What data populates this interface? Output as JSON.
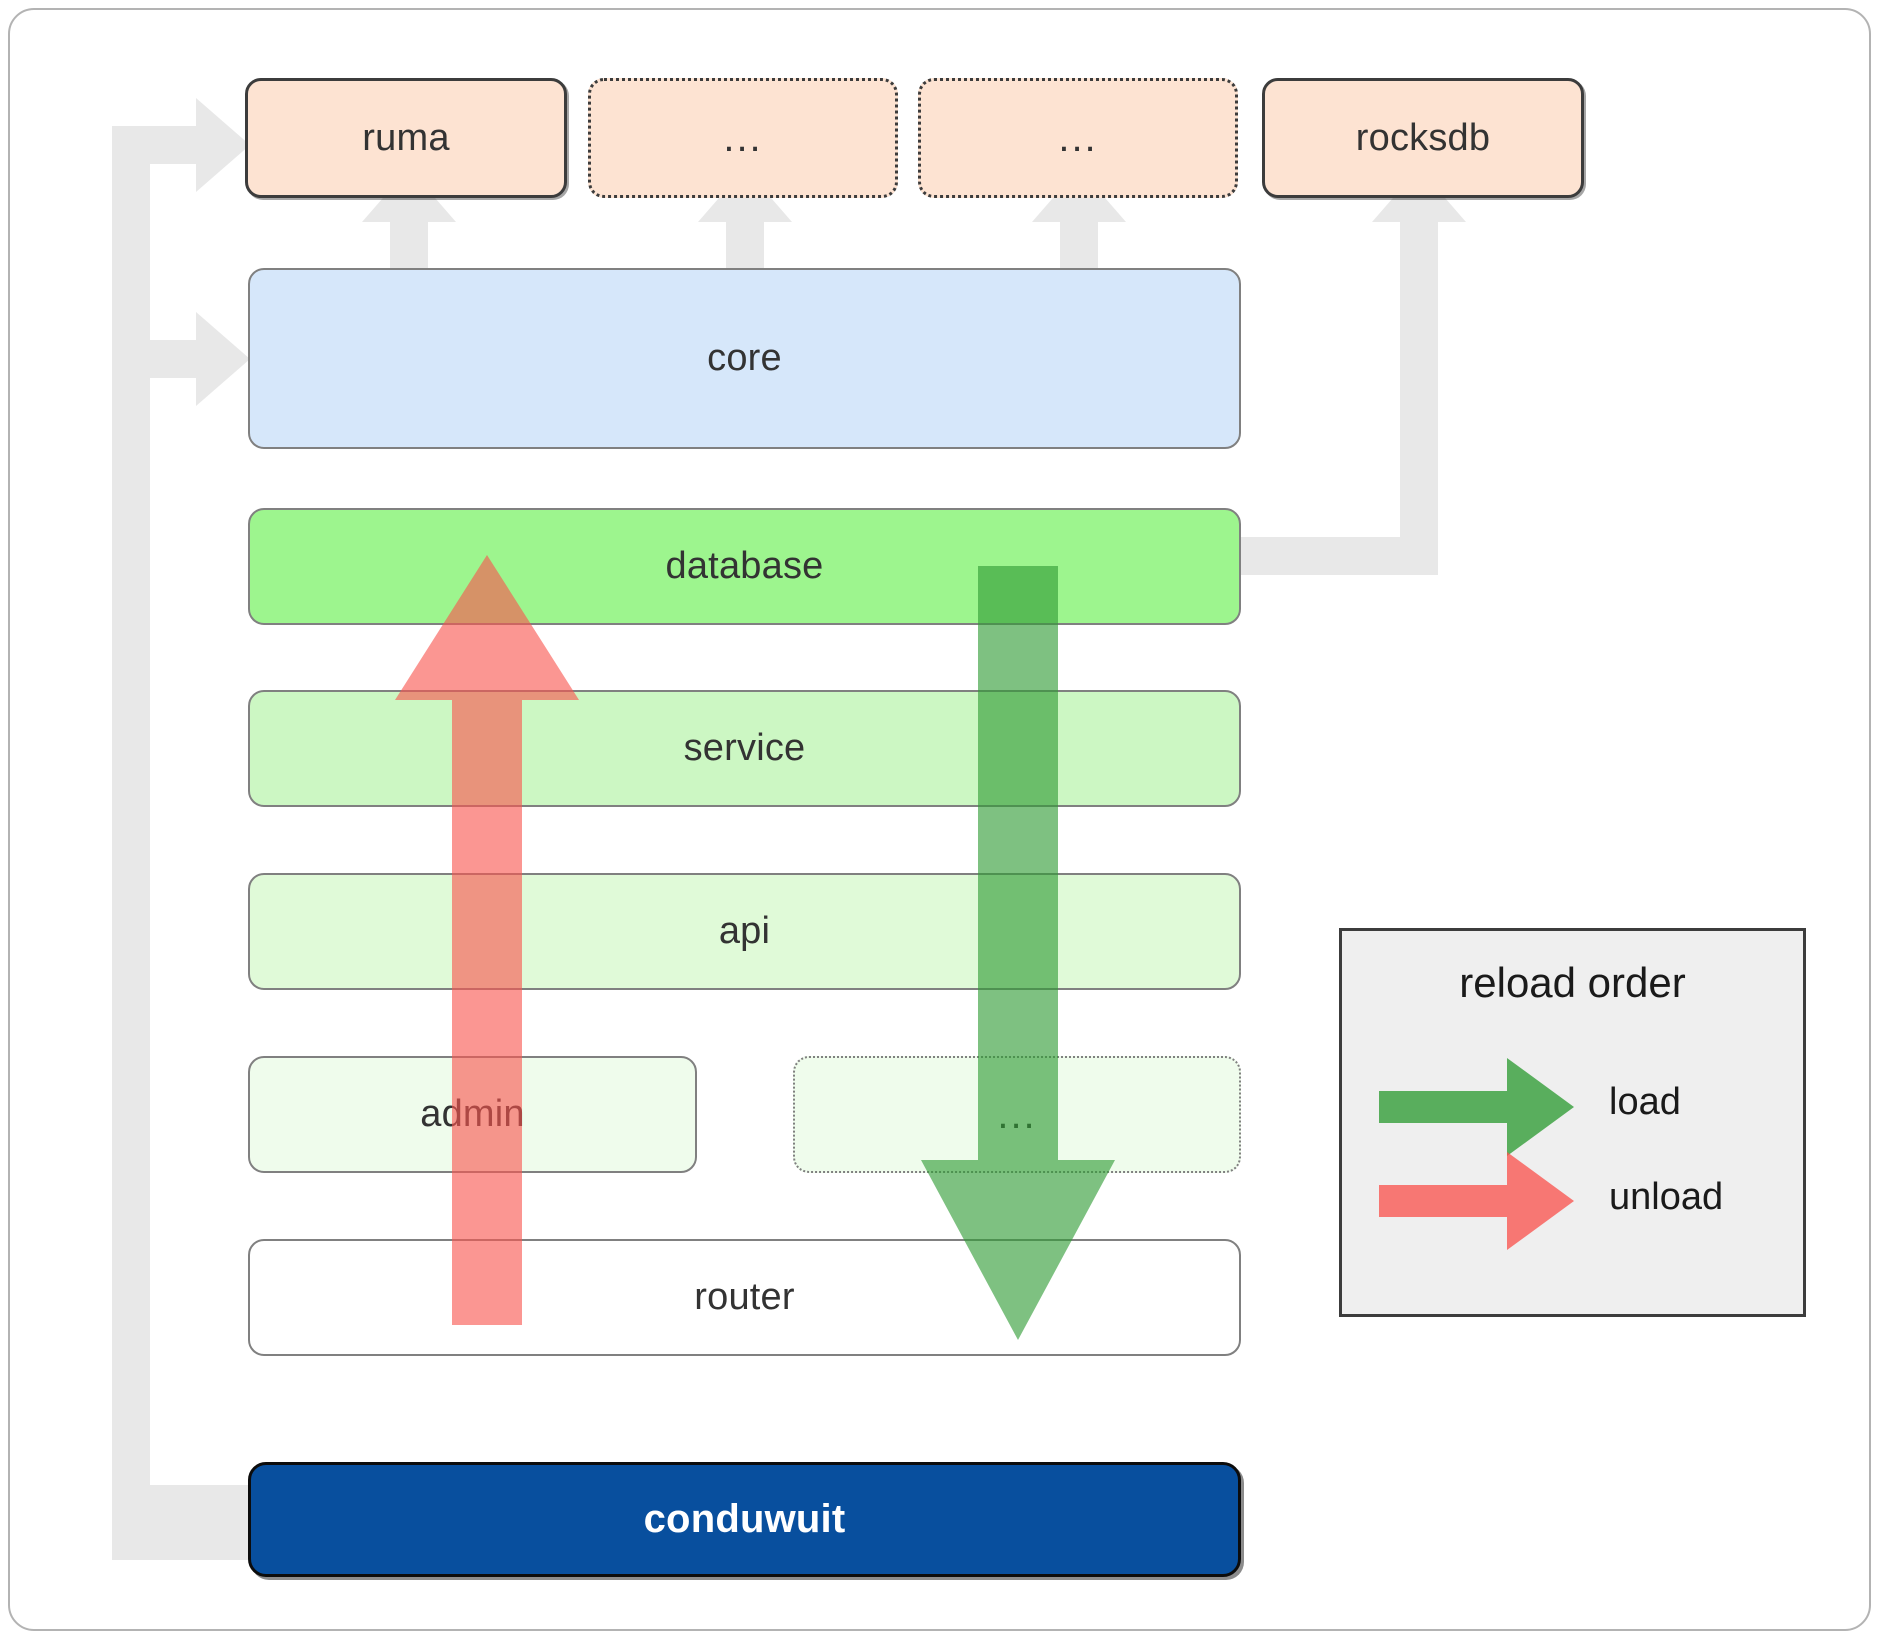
{
  "diagram": {
    "title": "conduwuit crate architecture / reload order",
    "dependencies": [
      {
        "id": "ruma",
        "label": "ruma",
        "style": "solid"
      },
      {
        "id": "dep2",
        "label": "...",
        "style": "dotted"
      },
      {
        "id": "dep3",
        "label": "...",
        "style": "dotted"
      },
      {
        "id": "rocksdb",
        "label": "rocksdb",
        "style": "solid"
      }
    ],
    "layers": [
      {
        "id": "core",
        "label": "core",
        "style": "solid",
        "fill": "#d6e7fa"
      },
      {
        "id": "database",
        "label": "database",
        "style": "solid",
        "fill": "#9df58e"
      },
      {
        "id": "service",
        "label": "service",
        "style": "solid",
        "fill": "#ccf7c3"
      },
      {
        "id": "api",
        "label": "api",
        "style": "solid",
        "fill": "#e0fad8"
      },
      {
        "id": "admin",
        "label": "admin",
        "style": "solid",
        "fill": "#effcec"
      },
      {
        "id": "extra",
        "label": "...",
        "style": "dotted",
        "fill": "#effcec"
      },
      {
        "id": "router",
        "label": "router",
        "style": "solid",
        "fill": "#ffffff"
      }
    ],
    "binary": {
      "id": "conduwuit",
      "label": "conduwuit"
    },
    "legend": {
      "title": "reload order",
      "items": [
        {
          "id": "load",
          "label": "load",
          "color": "#55a854"
        },
        {
          "id": "unload",
          "label": "unload",
          "color": "#f98383"
        }
      ]
    },
    "colors": {
      "dependency_fill": "#fde3d2",
      "dependency_stroke": "#3c3c3c",
      "core_fill": "#d6e7fa",
      "database_fill": "#9df58e",
      "service_fill": "#ccf7c3",
      "api_fill": "#e0fad8",
      "admin_fill": "#effcec",
      "router_fill": "#ffffff",
      "brand_fill": "#084f9e",
      "load_arrow": "#55a854",
      "unload_arrow": "#f98383",
      "connector": "#e8e8e8",
      "legend_fill": "#efefef"
    }
  }
}
